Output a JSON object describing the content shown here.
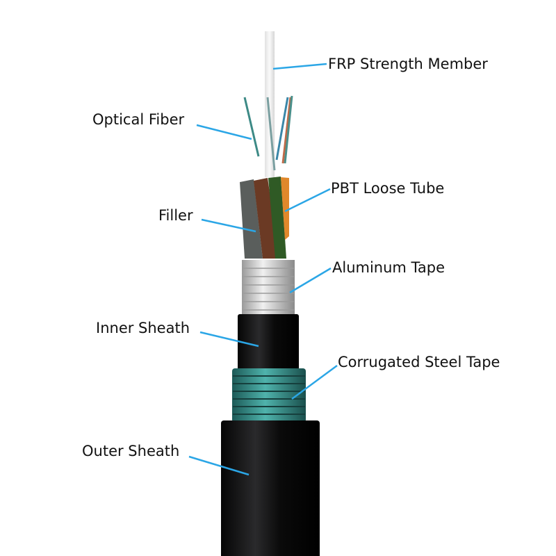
{
  "title": "Optical fiber cable structure",
  "labels": {
    "frp": "FRP Strength Member",
    "fiber": "Optical Fiber",
    "pbt": "PBT Loose Tube",
    "filler": "Filler",
    "aluminum": "Aluminum Tape",
    "inner": "Inner Sheath",
    "steel": "Corrugated Steel Tape",
    "outer": "Outer Sheath"
  },
  "colors": {
    "leader": "#2ba6e6",
    "sheath": "#0c0c0e",
    "steel": "#2f8f8a",
    "aluminum": "#c9c9c9"
  }
}
